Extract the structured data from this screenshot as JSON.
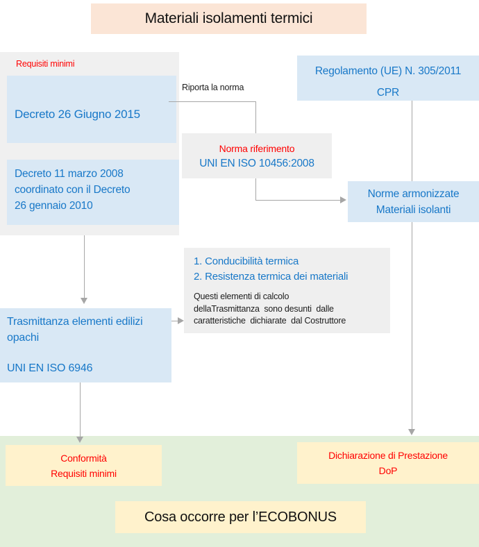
{
  "title": "Materiali isolamenti termici",
  "colors": {
    "title_bg": "#fbe5d6",
    "panel_gray": "#f0f0f0",
    "box_blue_bg": "#d9e8f5",
    "text_blue": "#1878c8",
    "text_red": "#ff0000",
    "green_panel": "#e2efda",
    "yellow_box": "#fff2cc",
    "connector_gray": "#a6a6a6"
  },
  "left_panel": {
    "label": "Requisiti minimi",
    "decreto2015": "Decreto 26 Giugno 2015",
    "decreto2008_lines": [
      "Decreto 11 marzo 2008",
      "coordinato con il Decreto",
      "26 gennaio 2010"
    ]
  },
  "labels": {
    "riporta": "Riporta la norma"
  },
  "cpr_box": {
    "line1": "Regolamento (UE) N. 305/2011",
    "line2": "CPR"
  },
  "norma_box": {
    "line1": "Norma riferimento",
    "line2": "UNI EN ISO 10456:2008"
  },
  "armonizzate_box": {
    "line1": "Norme armonizzate",
    "line2": "Materiali isolanti"
  },
  "calcolo_box": {
    "item1": "1. Conducibilità termica",
    "item2": "2. Resistenza termica dei materiali",
    "para_lines": [
      "Questi elementi di calcolo",
      "dellaTrasmittanza  sono desunti  dalle",
      "caratteristiche  dichiarate  dal Costruttore"
    ]
  },
  "trasmittanza_box": {
    "line1": "Trasmittanza elementi edilizi",
    "line2": "opachi",
    "line3": "UNI EN ISO 6946"
  },
  "bottom_panel": {
    "conformita_lines": [
      "Conformità",
      "Requisiti minimi"
    ],
    "dop_lines": [
      "Dichiarazione di Prestazione",
      "DoP"
    ],
    "ecobonus": "Cosa occorre per l’ECOBONUS"
  }
}
